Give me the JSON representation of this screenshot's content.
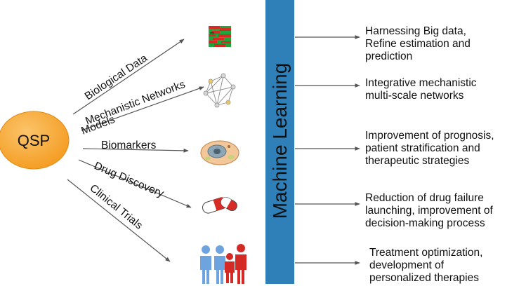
{
  "hub": {
    "label": "QSP"
  },
  "inputs": [
    {
      "label": "Biological Data"
    },
    {
      "label": "Mechanistic Networks"
    },
    {
      "label": "Models"
    },
    {
      "label": "Biomarkers"
    },
    {
      "label": "Drug Discovery"
    },
    {
      "label": "Clinical Trials"
    }
  ],
  "icons": [
    "heatmap-icon",
    "network-icon",
    "cell-icon",
    "pill-icon",
    "patients-icon"
  ],
  "center": {
    "label": "Machine Learning"
  },
  "outcomes": [
    {
      "lines": [
        "Harnessing Big data,",
        "Refine estimation and",
        "prediction"
      ]
    },
    {
      "lines": [
        "Integrative mechanistic",
        "multi-scale networks"
      ]
    },
    {
      "lines": [
        "Improvement of prognosis,",
        "patient stratification and",
        "therapeutic strategies"
      ]
    },
    {
      "lines": [
        "Reduction of drug failure",
        "launching, improvement of",
        "decision-making process"
      ]
    },
    {
      "lines": [
        "Treatment optimization,",
        "development of",
        "personalized therapies"
      ]
    }
  ],
  "colors": {
    "hub_fill": "#f6a12a",
    "hub_highlight": "#fbc46a",
    "bar_fill": "#2f7fb9",
    "arrow": "#555555",
    "heat_red": "#d62a22",
    "heat_green": "#21a43b",
    "person_blue": "#6da3de",
    "person_red": "#d42a25"
  }
}
